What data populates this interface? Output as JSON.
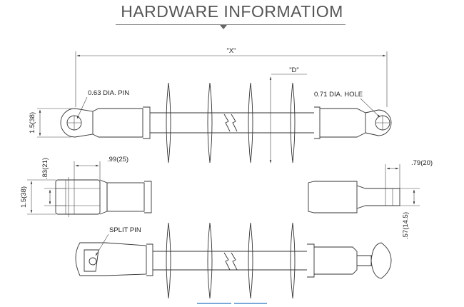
{
  "header": {
    "title": "HARDWARE INFORMATIOM"
  },
  "diagram": {
    "labels": {
      "x_dim": "\"X\"",
      "d_dim": "\"D\"",
      "pin": "0.63 DIA. PIN",
      "hole": "0.71 DIA. HOLE",
      "eye_height": "1.5(38)",
      "clevis_height": "1.5(38)",
      "clevis_gap": ".83(21)",
      "clevis_length": ".99(25)",
      "tongue_width": ".79(20)",
      "tongue_thickness": ".57(14.5)",
      "split_pin": "SPLIT PIN"
    }
  }
}
